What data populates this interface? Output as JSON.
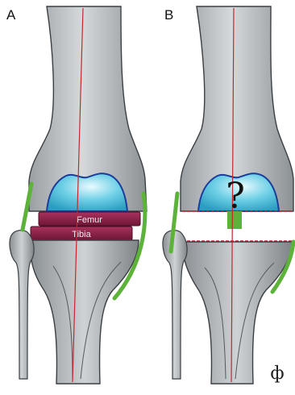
{
  "panels": [
    {
      "letter": "A",
      "spacer_labels": [
        "Femur",
        "Tibia"
      ]
    },
    {
      "letter": "B",
      "unknown_mark": "?"
    }
  ],
  "signature": "ф",
  "colors": {
    "bone": "#b9bdc0",
    "bone_dark": "#7e8387",
    "outline": "#3a3f44",
    "axis_line": "#c0282e",
    "cartilage": "#4fc3dd",
    "cartilage_edge": "#1b3c9a",
    "spacer": "#8b1f45",
    "ligament": "#5db33a",
    "background": "#ffffff"
  }
}
